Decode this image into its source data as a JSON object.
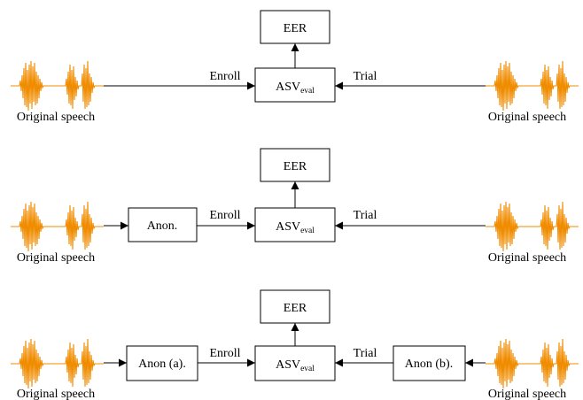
{
  "colors": {
    "waveform": "#f08c00",
    "stroke": "#000000",
    "background": "#ffffff"
  },
  "rows": [
    {
      "eer_label": "EER",
      "asv_label": {
        "main": "ASV",
        "sub": "eval"
      },
      "enroll_label": "Enroll",
      "trial_label": "Trial",
      "left_caption": "Original speech",
      "right_caption": "Original speech",
      "left_anon_label": "",
      "right_anon_label": ""
    },
    {
      "eer_label": "EER",
      "asv_label": {
        "main": "ASV",
        "sub": "eval"
      },
      "enroll_label": "Enroll",
      "trial_label": "Trial",
      "left_caption": "Original speech",
      "right_caption": "Original speech",
      "left_anon_label": "Anon.",
      "right_anon_label": ""
    },
    {
      "eer_label": "EER",
      "asv_label": {
        "main": "ASV",
        "sub": "eval"
      },
      "enroll_label": "Enroll",
      "trial_label": "Trial",
      "left_caption": "Original speech",
      "right_caption": "Original speech",
      "left_anon_label": "Anon (a).",
      "right_anon_label": "Anon (b)."
    }
  ]
}
